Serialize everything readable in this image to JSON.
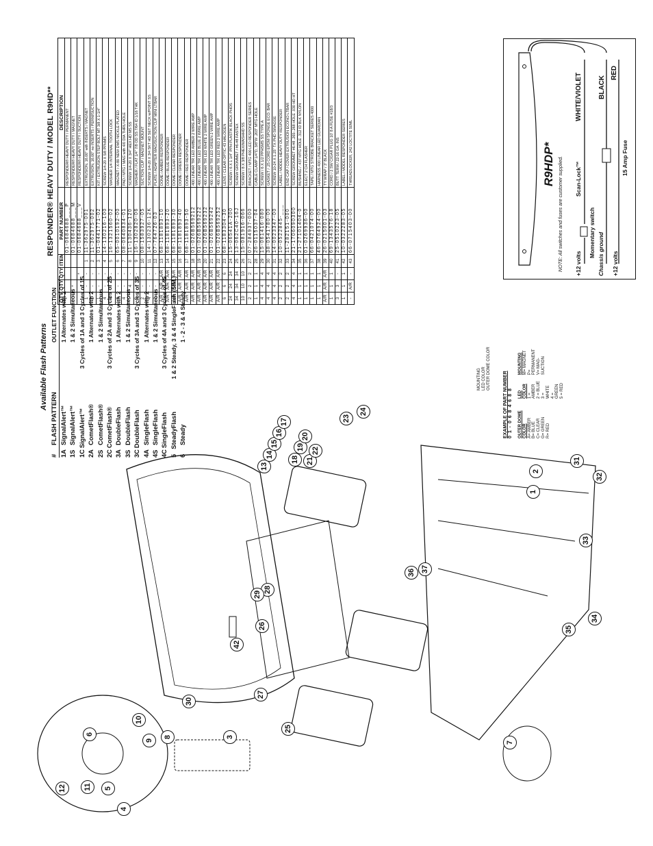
{
  "parts_table": {
    "title": "RESPONDER® HEAVY DUTY / MODEL R9HD**",
    "headers": [
      "QTY",
      "QTY",
      "QTY",
      "ITEM",
      "PART NUMBER",
      "DESCRIPTION"
    ],
    "rows": [
      [
        "*",
        "",
        "",
        "",
        "01-0684688___P",
        "RESPONDER® HEAVY DUTY / PERMANENT"
      ],
      [
        "",
        "*",
        "",
        "",
        "01-0684688___M",
        "RESPONDER® HEAVY DUTY / MAGNET"
      ],
      [
        "",
        "",
        "*",
        "",
        "01-0684688___V",
        "RESPONDER® HEAVY DUTY / SUCTION"
      ],
      [
        "1",
        "-",
        "-",
        "1",
        "11-362975-001",
        "EXTRUSION, 16.00\" with INSERTS / MAGNET"
      ],
      [
        "1",
        "-",
        "-",
        "2",
        "11-362975-002",
        "EXTRUSION, 16.00\" no INSERTS / PERM/SUCTION"
      ],
      [
        "1",
        "-",
        "-",
        "3",
        "01-0441771-02",
        "KIT / EXTRUSION STEP BOLT MT 3/8 X 1-1/4\""
      ],
      [
        "4",
        "-",
        "-",
        "4",
        "14-130216-100",
        "SCREW 1/4-20 X 5/8 PPHMS"
      ],
      [
        "4",
        "-",
        "-",
        "5",
        "16-1321560-02",
        "WASHER 1/4 INTERNAL TOOTH LOCK"
      ],
      [
        "4",
        "-",
        "-",
        "6",
        "65-0010192-00",
        "MAGNET / X-80 NEW DMS NICKLE PLATED"
      ],
      [
        "4",
        "-",
        "-",
        "7",
        "08-0640834-01",
        "PAD / MTG / MAG with 4/0 DIA THRU HOLE"
      ],
      [
        "-",
        "4",
        "-",
        "8",
        "11-130436-120",
        "SCREW 1/4-20 X 3/4\" HEX HD MS SS"
      ],
      [
        "2",
        "-",
        "-",
        "9",
        "16-1302820-06",
        "WASHER / FLAT 1/4\" 7/8 OD SS 7/64 ID 1/16 THK"
      ],
      [
        "2",
        "-",
        "-",
        "10",
        "08-1583927-05",
        "SUCTION CUP / MAGNET MOUNT"
      ],
      [
        "4",
        "-",
        "-",
        "11",
        "14-130236-12K",
        "SCREW 1/4-20 X 3/4 SKT HD SET NECK w/POINT SS"
      ],
      [
        "2",
        "-",
        "-",
        "12",
        "07-764726-03",
        "PLATE / ADAPTER MAG/SUCTION CUP MINI LTBAR"
      ],
      [
        "A/R",
        "A/R",
        "A/R",
        "13",
        "68-1181893-10",
        "DOME / AMBER RESPONDER"
      ],
      [
        "A/R",
        "A/R",
        "A/R",
        "14",
        "68-1181893-20",
        "DOME / BLUE RESPONDER"
      ],
      [
        "A/R",
        "A/R",
        "A/R",
        "15",
        "68-1181893-30",
        "DOME / CLEAR RESPONDER"
      ],
      [
        "A/R",
        "A/R",
        "A/R",
        "16",
        "68-1181893-40",
        "DOME / GREEN RESPONDER"
      ],
      [
        "A/R",
        "A/R",
        "A/R",
        "17",
        "68-1181893-50",
        "DOME / RED RESPONDER"
      ],
      [
        "A/R",
        "A/R",
        "A/R",
        "18",
        "01-026B569212",
        "400 LINEAR TIR LED AMBER 2 WIRE AMP"
      ],
      [
        "A/R",
        "A/R",
        "A/R",
        "19",
        "01-026B569222",
        "400 LINEAR TIR LED BLUE 2 WIRE AMP"
      ],
      [
        "A/R",
        "A/R",
        "A/R",
        "20",
        "01-026B569232",
        "400 LINEAR TIR LED WHITE 2 WIRE AMP"
      ],
      [
        "A/R",
        "A/R",
        "A/R",
        "21",
        "01-026B569242",
        "400 LINEAR TIR LED GREEN 2 WIRE AMP"
      ],
      [
        "A/R",
        "A/R",
        "A/R",
        "22",
        "01-026B569252",
        "400 LINEAR TIR LED RED 2 WIRE AMP"
      ],
      [
        "6",
        "6",
        "6",
        "23",
        "68-1183304-30",
        "LENS / CLEAR OPTIC 43 HALOGEN"
      ],
      [
        "24",
        "24",
        "24",
        "24",
        "15-06541A-200",
        "SCREW / 6 X 1 1/4\" PPH PLASTIK BLACK PHOS"
      ],
      [
        "34",
        "34",
        "34",
        "25",
        "13-062C40-16J",
        "SCREW GROMMET / #6-#8 FASTEX"
      ],
      [
        "10",
        "10",
        "10",
        "26",
        "15-081916-066",
        "SCREW / 8 X 3/8 PHEX/WASHHD SS"
      ],
      [
        "2",
        "2",
        "2",
        "27",
        "07-284937-000",
        "BRACKET / MTG 400 LED RESPONDER SERIES"
      ],
      [
        "1",
        "1",
        "1",
        "28",
        "26-0115037-04",
        "CABLE CLAMP 1/4\"D, 3/8\"W .203\" MTG HOLE"
      ],
      [
        "4",
        "4",
        "4",
        "29",
        "15-061416-080",
        "SCREW / 6 X 1/2 PPHSMS SS TYPE A"
      ],
      [
        "4",
        "4",
        "4",
        "30",
        "38-0541780-00",
        "GASKET / .25 CORD EPDM SPONGE ECO. BAR"
      ],
      [
        "4",
        "4",
        "4",
        "31",
        "14-0023347-00",
        "SCREW 10-24 X 1.25\" TX PHD SWAGGE"
      ],
      [
        "2",
        "2",
        "2",
        "32",
        "10-0522845-___",
        "LABEL / MODEL HEAVY DUTY RESPONDER"
      ],
      [
        "2",
        "2",
        "2",
        "33",
        "11-282151-000",
        "END CAP / COVER EXTRUSION ECONO LTBAR"
      ],
      [
        "4",
        "4",
        "4",
        "34",
        "21-1706090300",
        "SCREW GROMMET #6-#8 .265-.268 HOLE .030 HD HT"
      ],
      [
        "1",
        "1",
        "1",
        "35",
        "21-27101404-0",
        "BUSHING / .437 MTG HOLE .312 ID BLK NYLON"
      ],
      [
        "1",
        "1",
        "1",
        "36",
        "01-0269936-00",
        "ELECT 2 CH FLASHER"
      ],
      [
        "1",
        "1",
        "1",
        "37",
        "66-0421074-00",
        "TAPE / MTG STROBE BRACKET SERIES 4000"
      ],
      [
        "1",
        "1",
        "1",
        "38",
        "46-0764924-00",
        "HARNESS 400 LINEAR LED GUARDIAN"
      ],
      [
        "A/R",
        "A/R",
        "A/R",
        "39",
        "26-0215001-03",
        "TY WRAP / 3\" BLACK"
      ],
      [
        "1",
        "1",
        "1",
        "40",
        "69-1343576-18",
        "CORD / 2 SW CIGAR PLUG 10' 8 A FUSE #18/3"
      ],
      [
        "3",
        "3",
        "-",
        "41",
        "25-0510223-05",
        "BUTT TERM / 22-16 GA. INS"
      ],
      [
        "1",
        "1",
        "1",
        "42",
        "10-0322283-05",
        "LABEL / MODEL RESPONDER SERIES"
      ],
      [
        "-",
        "A/R",
        "-",
        "43",
        "66-0715403-00",
        "THREADLOCKER, 242 LOCTITE 50ML"
      ]
    ]
  },
  "flash_patterns": {
    "title": "Available Flash Patterns",
    "headers": {
      "num": "#",
      "pattern": "FLASH PATTERN",
      "function": "OUTLET FUNCTION"
    },
    "rows": [
      [
        "1A",
        "SignalAlert™",
        "1 Alternates with 2"
      ],
      [
        "1S",
        "SignalAlert™",
        "1 & 2 Simultaneous"
      ],
      [
        "1C",
        "SignalAlert™",
        "3 Cycles of 1A and 3 Cycles of 1S"
      ],
      [
        "2A",
        "CometFlash®",
        "1 Alternates with 2"
      ],
      [
        "2S",
        "CometFlash®",
        "1 & 2 Simultaneous"
      ],
      [
        "2C",
        "CometFlash®",
        "3 Cycles of 2A and 3 Cycles of 2S"
      ],
      [
        "3A",
        "DoubleFlash",
        "1 Alternates with 2"
      ],
      [
        "3S",
        "DoubleFlash",
        "1 & 2 Simultaneous"
      ],
      [
        "3C",
        "DoubleFlash",
        "3 Cycles of 3A and 3 Cycles of 3S"
      ],
      [
        "4A",
        "SingleFlash",
        "1 Alternates with 2"
      ],
      [
        "4S",
        "SingleFlash",
        "1 & 2 Simultaneous"
      ],
      [
        "4C",
        "SingleFlash",
        "3 Cycles of 4A and 3 Cycles of 4S"
      ],
      [
        "5",
        "SteadyFlash",
        "1 & 2 Steady, 3 & 4 SingleFlash (SIM.)"
      ],
      [
        "6",
        "Steady",
        "1 - 2 - 3 & 4 Steady"
      ]
    ]
  },
  "example": {
    "heading": "EXAMPLE OF PART NUMBER",
    "number": "0 1 - 0 6 8 4 6 8 8",
    "labels": [
      "MOUNTING",
      "LED COLOR",
      "OUTER DOME COLOR"
    ],
    "dome_heading": "OUTER DOME COLOR",
    "dome": [
      "A= AMBER",
      "B= BLUE",
      "C= CLEAR",
      "G= GREEN",
      "R= RED"
    ],
    "led_heading": "LED COLOR",
    "led": [
      "1 = AMBER",
      "2 = BLUE",
      "3 = WHITE",
      "4 = GREEN",
      "5 = RED"
    ],
    "mount_heading": "MOUNTING",
    "mount": [
      "M= MAGNET",
      "P= PERMANENT",
      "V= MAG-SUCTION"
    ]
  },
  "wiring": {
    "model": "R9HDP*",
    "note": "NOTE: All switches and fuses are customer supplied.",
    "plus12_a": "+12 volts",
    "momentary": "Momentary switch",
    "scanlock": "Scan-Lock™",
    "white": "WHITE/VIOLET",
    "chassis": "Chassis ground",
    "plus12_b": "+12 volts",
    "fuse": "15 Amp Fuse",
    "black": "BLACK",
    "red": "RED"
  },
  "callouts": [
    "1",
    "2",
    "3",
    "4",
    "5",
    "6",
    "7",
    "8",
    "9",
    "10",
    "11",
    "12",
    "13",
    "14",
    "15",
    "16",
    "17",
    "18",
    "19",
    "20",
    "21",
    "22",
    "23",
    "24",
    "25",
    "26",
    "27",
    "28",
    "29",
    "30",
    "31",
    "32",
    "33",
    "34",
    "35",
    "36",
    "37",
    "42"
  ]
}
